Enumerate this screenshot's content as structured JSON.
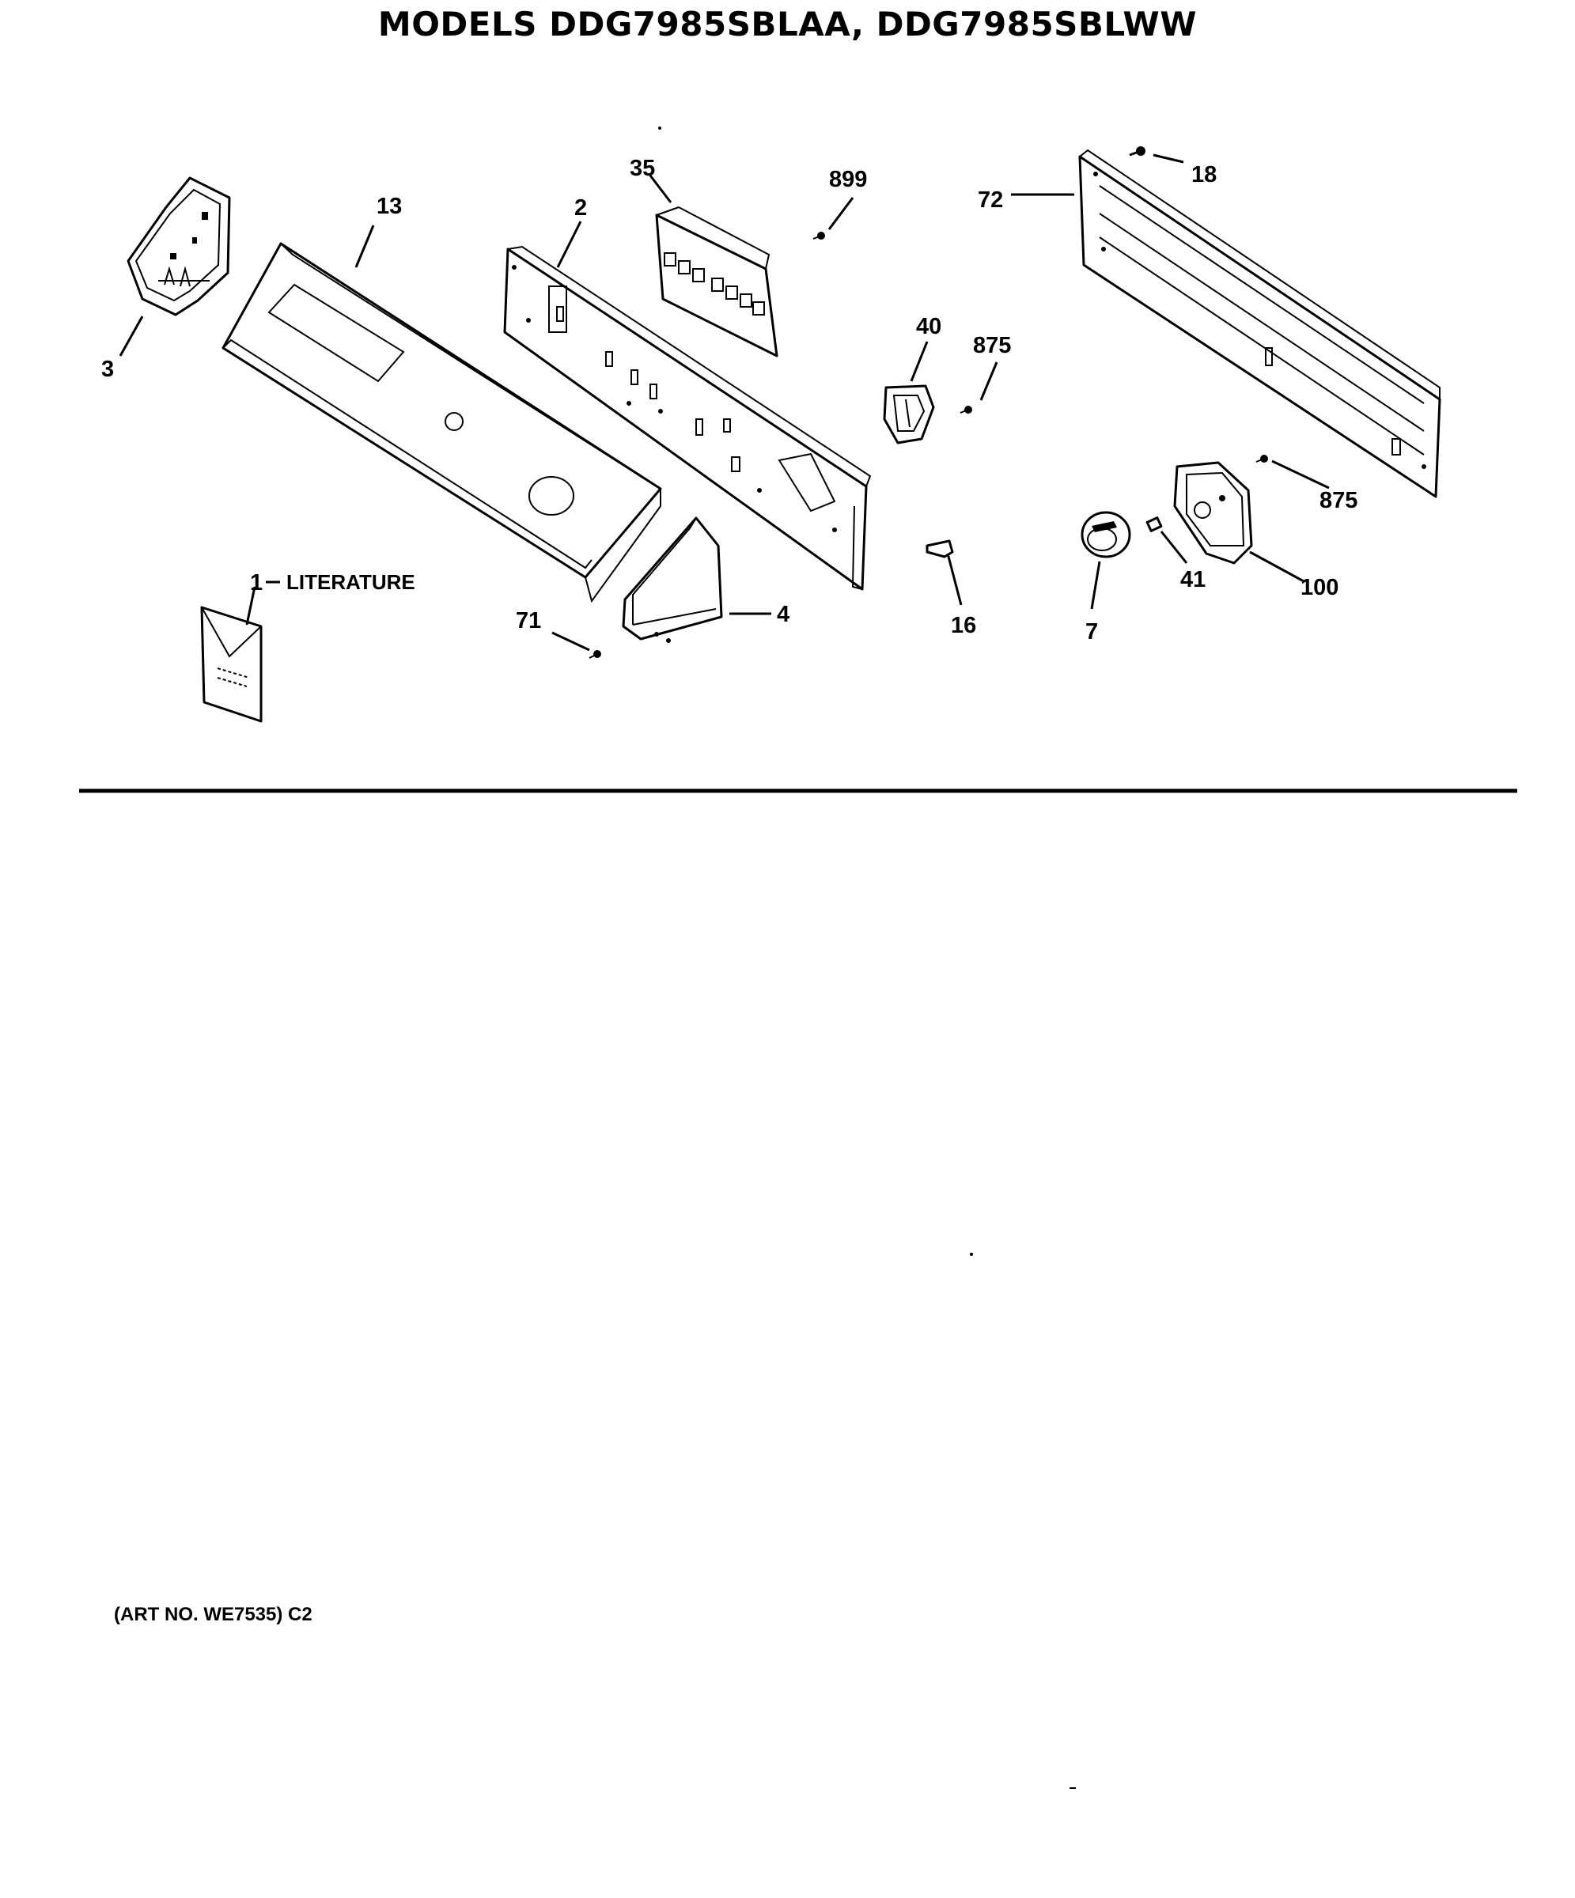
{
  "title": "MODELS DDG7985SBLAA, DDG7985SBLWW",
  "art_number": "(ART NO. WE7535) C2",
  "callouts": {
    "c1": "1",
    "literature": "LITERATURE",
    "c2": "2",
    "c3": "3",
    "c4": "4",
    "c7": "7",
    "c13": "13",
    "c16": "16",
    "c18": "18",
    "c35": "35",
    "c40": "40",
    "c41": "41",
    "c71": "71",
    "c72": "72",
    "c100": "100",
    "c875a": "875",
    "c875b": "875",
    "c899": "899"
  }
}
